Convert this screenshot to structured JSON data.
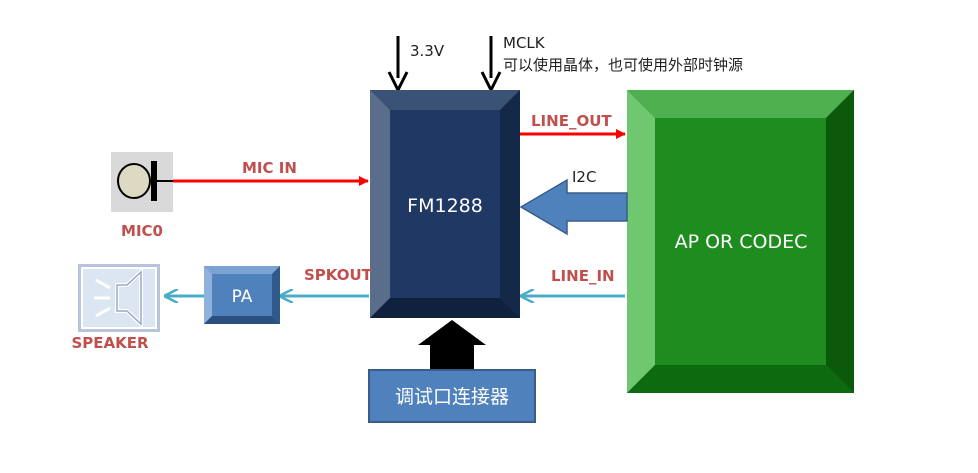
{
  "power": {
    "label": "3.3V"
  },
  "clock": {
    "label": "MCLK",
    "note": "可以使用晶体，也可使用外部时钟源"
  },
  "chip": {
    "label": "FM1288"
  },
  "host": {
    "label": "AP OR CODEC"
  },
  "signals": {
    "line_out": "LINE_OUT",
    "i2c": "I2C",
    "line_in": "LINE_IN",
    "mic_in": "MIC IN",
    "spkout": "SPKOUT"
  },
  "mic": {
    "label": "MIC0"
  },
  "speaker": {
    "label": "SPEAKER"
  },
  "amplifier": {
    "label": "PA"
  },
  "debug_port": {
    "label": "调试口连接器"
  },
  "colors": {
    "chip_face": "#1f3864",
    "chip_bevel": "#5a6e8c",
    "host_face": "#1e8c1e",
    "host_bevel_light": "#6fc86f",
    "host_bevel_dark": "#0b5a0b",
    "red_signal": "#ff0000",
    "blue_signal": "#4bacc6",
    "block_blue": "#4f81bd",
    "label_red": "#c0504d"
  }
}
